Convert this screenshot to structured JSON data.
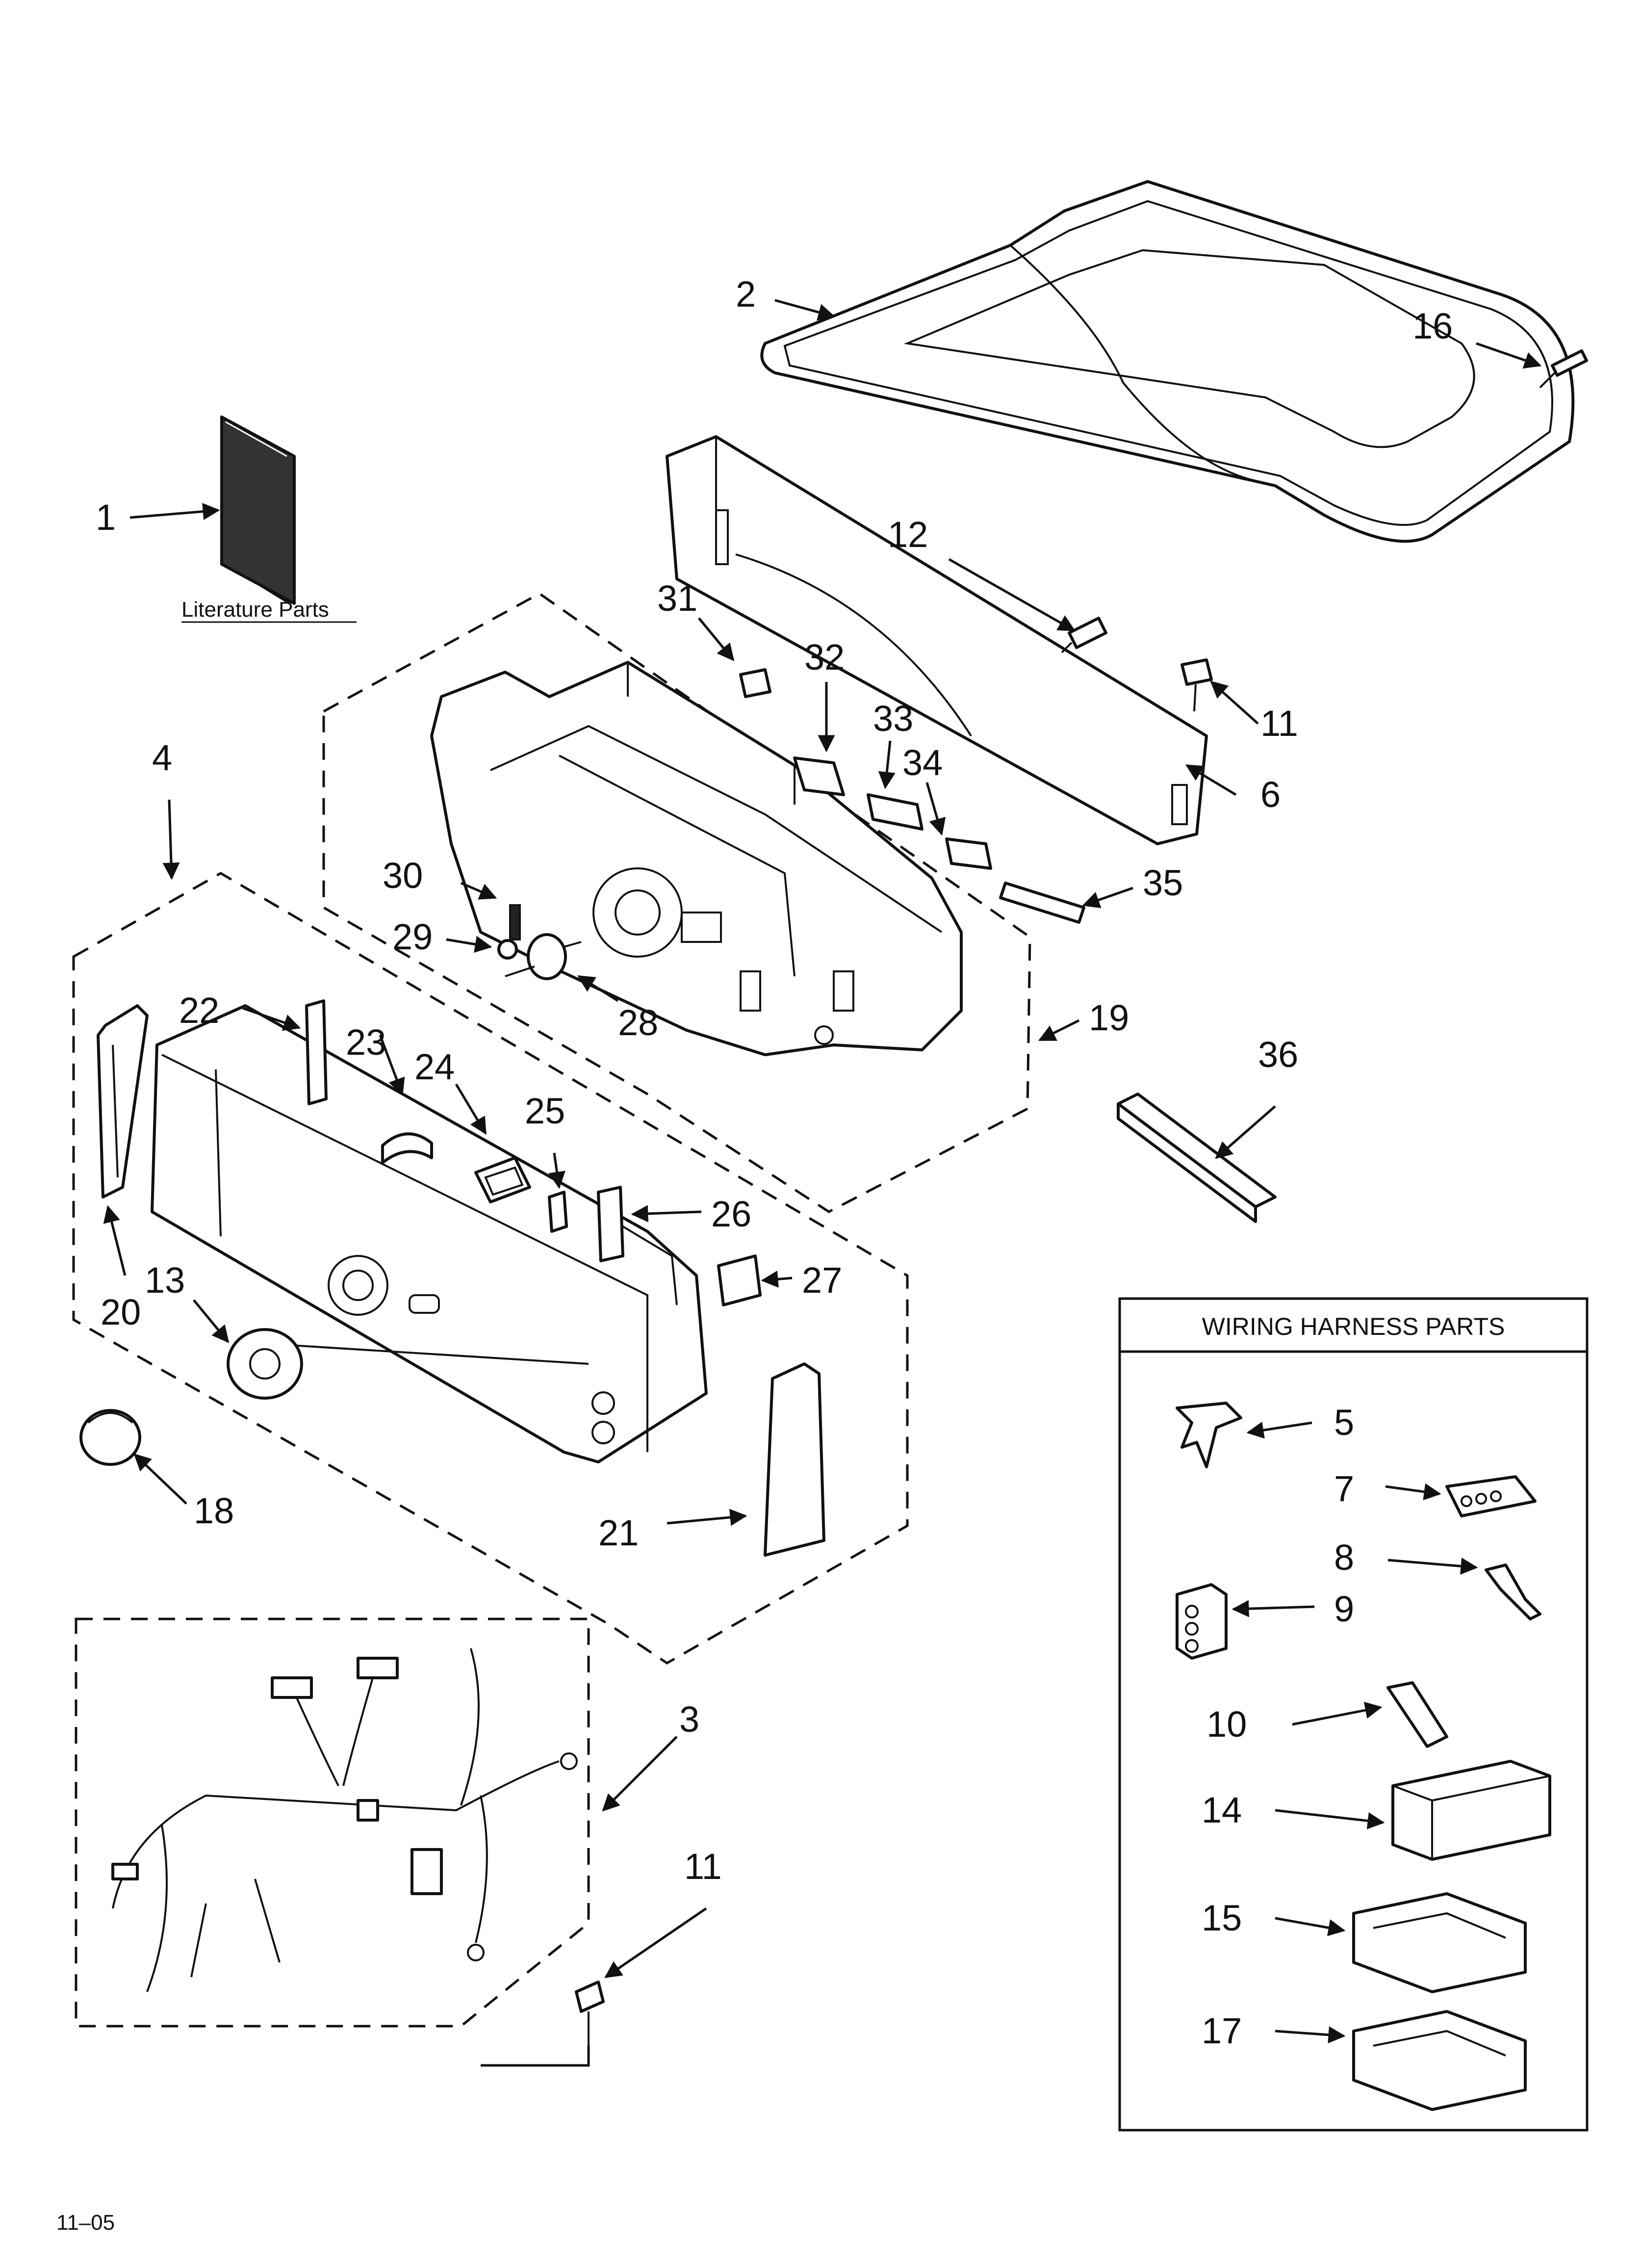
{
  "diagram": {
    "literature_label": "Literature Parts",
    "wiring_box_title": "WIRING HARNESS PARTS",
    "footer_code": "11–05",
    "callouts": {
      "c1": "1",
      "c2": "2",
      "c3": "3",
      "c4": "4",
      "c5": "5",
      "c6": "6",
      "c7": "7",
      "c8": "8",
      "c9": "9",
      "c10": "10",
      "c11a": "11",
      "c11b": "11",
      "c12": "12",
      "c13": "13",
      "c14": "14",
      "c15": "15",
      "c16": "16",
      "c17": "17",
      "c18": "18",
      "c19": "19",
      "c20": "20",
      "c21": "21",
      "c22": "22",
      "c23": "23",
      "c24": "24",
      "c25": "25",
      "c26": "26",
      "c27": "27",
      "c28": "28",
      "c29": "29",
      "c30": "30",
      "c31": "31",
      "c32": "32",
      "c33": "33",
      "c34": "34",
      "c35": "35",
      "c36": "36"
    }
  }
}
